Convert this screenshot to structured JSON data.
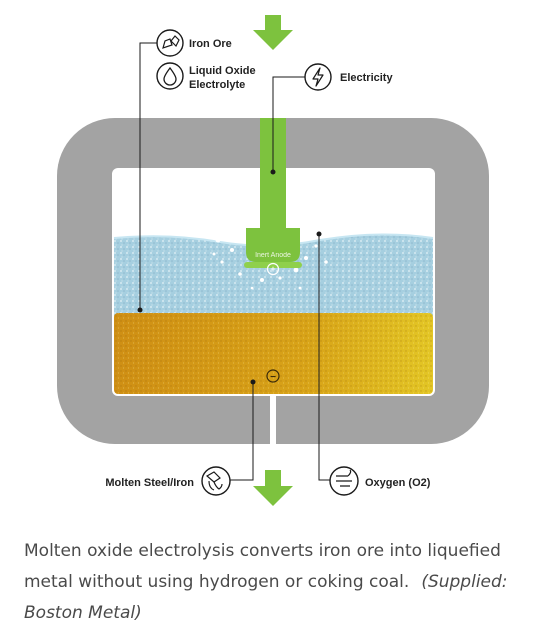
{
  "labels": {
    "iron_ore": "Iron Ore",
    "liquid_oxide_line1": "Liquid Oxide",
    "liquid_oxide_line2": "Electrolyte",
    "electricity": "Electricity",
    "molten_steel": "Molten Steel/Iron",
    "oxygen": "Oxygen (O2)",
    "inert_anode": "Inert Anode"
  },
  "electrode_signs": {
    "anode": "+",
    "cathode": "−"
  },
  "caption": {
    "text": "Molten oxide electrolysis converts iron ore into liquefied metal without using hydrogen or coking coal.",
    "credit": "(Supplied: Boston Metal)"
  },
  "colors": {
    "vessel": "#a3a3a3",
    "arrow_green": "#7dc23e",
    "electrolyte_blue": "#a9d4e6",
    "molten_metal": "#d49a16",
    "molten_metal_right": "#ddc021",
    "text": "#222222"
  },
  "icons": [
    "rocks-icon",
    "droplet-icon",
    "lightning-icon",
    "molten-metal-icon",
    "oxygen-wind-icon",
    "plus-icon",
    "minus-icon",
    "down-arrow-icon"
  ]
}
